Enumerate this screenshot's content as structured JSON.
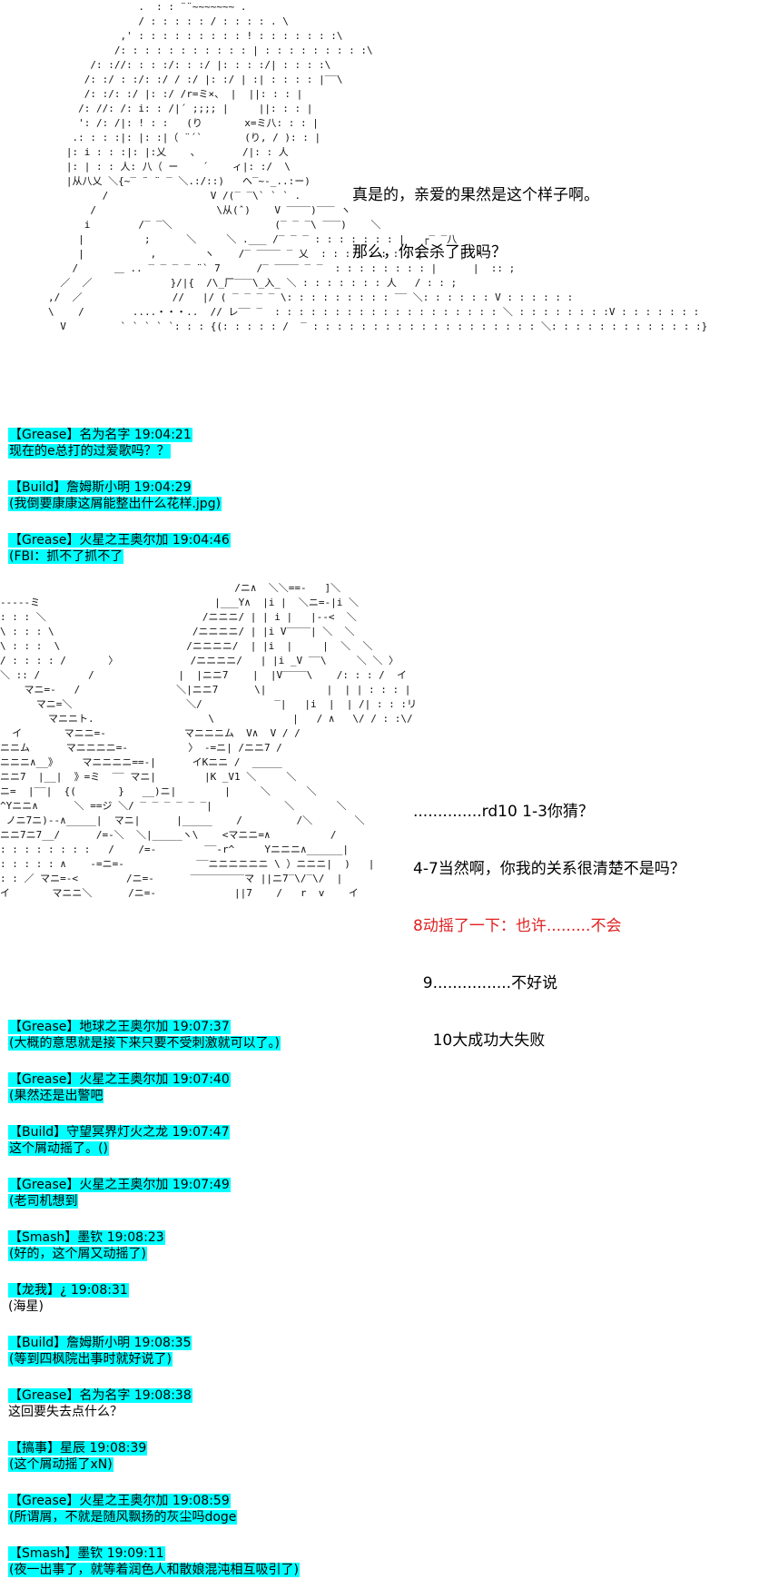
{
  "art_top": "                       .  : : ¨¨~~~~~~~ . \n                       / : : : : : / : : : : . \\\n                    ,' : : : : : : : : : ! : : : : : : :\\\n                   /: : : : : : : : : : : | : : : : : : : : :\\\n               /: ://: : : :/: : :/ |: : : :/| : : : :\\ \n              /: :/ : :/: :/ / :/ |: :/ | :| : : : : |‾‾\\\n              /: :/: :/ |: :/ /r=ミ×、 |  ||: : : |\n             /: //: /: i: : /|´ ;;;; |     ||: : : |\n             ': /: /|: ! : :   (り       x=ミ八: : : |\n            .: : : :|: |: :|（ ¨´`       (り, / ): : |\n           |: i : : :|: |:乂    、       /|: : 人\n           |: | : : 人: 八（ ー    ´    ィ|: :/  \\\n           |从八乂 ＼{~‾ ¨ ¨ ‾ ＼.:/::)   ヘ‾~-_..:ー)\n                 /                 V /(‾ ‾\\` ` ` . \n               /                    \\从(ˆ)    V ‾‾‾‾)‾‾‾ ヽ \n              i        /‾ ‾＼                 (‾ ‾ ‾\\ ‾‾‾)    ＼\n             |          ;      ＼     ＼ .___ /‾ ‾ ‾ : : : : : : : |   ┌‾ ‾八\n             |           ,        ヽ    /‾ ‾‾‾‾ ‾ 乂  : : : : : : : : |      |  \\\n            /      ＿ .. ‾ ‾ ‾ ‾ ¨` 7      /‾ ‾‾‾‾ ‾ ‾  : : : : : : : : |      |  :: ;\n          ／  ／             }/|{  /\\_厂‾‾‾\\_入_ ＼ : : : : : : : 人   / : : ;\n        ,/  ／               //   |/ ( ‾ ‾ ‾ ‾ \\: : : : : : : : : ‾‾ ＼: : : : : : V : : : : : :\n        \\    /        ....・・・..  // レ‾‾ ‾  : : : : : : : : : : : : : : : : : : : ＼ : : : : : : : :V : : : : : : :\n          V         ` ` ` ` `: : : {(: : : : : /  ‾ : : : : : : : : : : : : : : : : : : : ＼: : : : : : : : : : : : :}",
  "art_bottom": "                                       /ニ∧  ＼＼==-   ]＼\n-----ミ                             |___Y∧  |i |  ＼ニ=-|i ＼\n: : : ＼                          /ニニニ/ | | i |   |--<  ＼\n\\ : : : \\                       /ニニニニ/ | |i V‾‾‾‾| ＼  ＼\n\\ : : :  \\                     /ニニニニ/  | |i  |     |  ＼  ＼\n/ : : : : /       〉            /ニニニニ/   | |i _V ‾‾\\     ＼ ＼ 〉\n＼ :: /        /              |  |ニニ7    |  |V‾‾‾‾\\    /: : : /  イ\n    マニ=-   /                ＼|ニニ7      \\|          |  | | : : : |\n      マニ=＼                   ＼/            ‾|   |i  |  | /| : : :リ\n        マニニト.                   \\             |   / ∧   \\/ / : :\\/\n  イ       マニニ=-             マニニニム  V∧  V / /\nニニム      マニニニニ=-          〉 -=ニ| /ニニ7 /\nニニニ∧__》    マニニニニ==-|      イKニニ /  _____\nニニ7  |__|  》=ミ  ‾‾ マニ|        |K _V1 ＼     ＼\nニ=  |‾‾|  {(       }   __)ニ|        |     ＼      ＼\n^Yニニ∧      ＼ ==ジ ＼/ ‾ ‾ ‾ ‾ ‾ ‾|            ＼       ＼\n ノニ7ニ)--∧_____|  マニ|      |_____    /         /＼       ＼\nニニ7ニ7__/      /=-＼  ＼|_____ヽ\\    <マニニ=∧          /\n: : : : : : : :   /    /=-        ‾‾-r^     Yニニニ∧______|\n: : : : : ∧    -=ニ=-            ‾‾ニニニニニニ \\ ）ニニニ|  )   |\n: : ／ マニ=-<        /ニ=-      ‾‾‾‾‾‾‾‾‾マ ||ニ7‾\\/‾\\/  |\nイ       マニニ＼      /ニ=-             ||7    /   r  v    イ",
  "dialog1": {
    "line1": "真是的，亲爱的果然是这个样子啊。",
    "line2": "那么，你会杀了我吗？"
  },
  "dialog2": {
    "line1": "..............rd10 1-3你猜？",
    "line2": "4-7当然啊，你我的关系很清楚不是吗？",
    "line3": "8动摇了一下：也许.........不会",
    "line4": "  9................不好说",
    "line5": "    10大成功大失败"
  },
  "comments": [
    {
      "header": "【Grease】名为名字 19:04:21",
      "body": "现在的e总打的过爱歌吗？？",
      "body_highlight": false
    },
    {
      "header": "【Build】詹姆斯小明 19:04:29",
      "body": "(我倒要康康这屑能整出什么花样.jpg)",
      "body_highlight": true
    },
    {
      "header": "【Grease】火星之王奥尔加 19:04:46",
      "body": "(FBI：抓不了抓不了",
      "body_highlight": true
    },
    {
      "header": "【Grease】地球之王奥尔加 19:07:37",
      "body": "(大概的意思就是接下来只要不受刺激就可以了。)",
      "body_highlight": true
    },
    {
      "header": "【Grease】火星之王奥尔加 19:07:40",
      "body": "(果然还是出警吧",
      "body_highlight": true
    },
    {
      "header": "【Build】守望冥界灯火之龙 19:07:47",
      "body": "这个屑动摇了。()",
      "body_highlight": true
    },
    {
      "header": "【Grease】火星之王奥尔加 19:07:49",
      "body": "(老司机想到",
      "body_highlight": true
    },
    {
      "header": "【Smash】墨钦 19:08:23",
      "body": "(好的，这个屑又动摇了)",
      "body_highlight": true
    },
    {
      "header": "【龙我】¿ 19:08:31",
      "body": "(海星)",
      "body_highlight": false
    },
    {
      "header": "【Build】詹姆斯小明 19:08:35",
      "body": "(等到四枫院出事时就好说了)",
      "body_highlight": true
    },
    {
      "header": "【Grease】名为名字 19:08:38",
      "body": "这回要失去点什么？",
      "body_highlight": false
    },
    {
      "header": "【搞事】星辰 19:08:39",
      "body": "(这个屑动摇了xN)",
      "body_highlight": true
    },
    {
      "header": "【Grease】火星之王奥尔加 19:08:59",
      "body": "(所谓屑，不就是随风飘扬的灰尘吗doge",
      "body_highlight": true
    },
    {
      "header": "【Smash】墨钦 19:09:11",
      "body": "(夜一出事了，就等着润色人和散娘混沌相互吸引了)",
      "body_highlight": true
    }
  ],
  "colors": {
    "highlight": "#00ffff",
    "red_text": "#e02020"
  }
}
